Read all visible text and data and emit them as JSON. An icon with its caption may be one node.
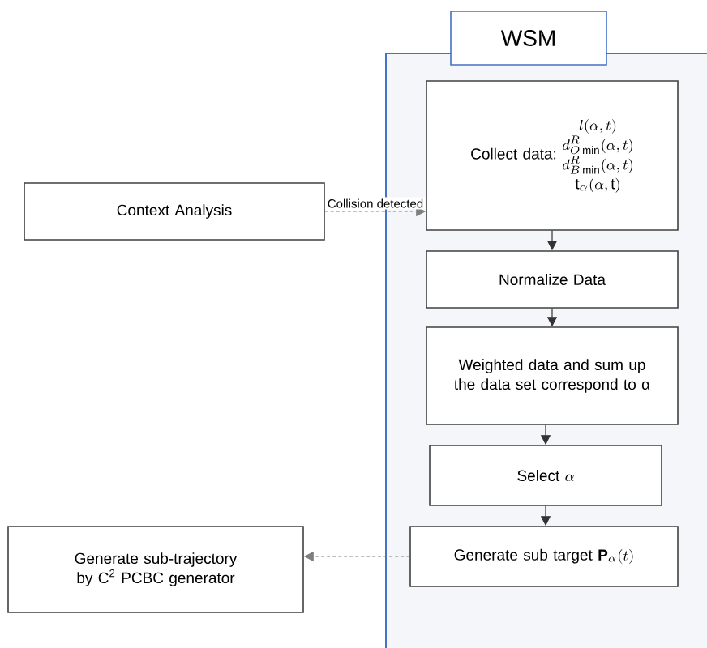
{
  "diagram": {
    "nodes": [
      {
        "text": [
          "WSM"
        ]
      },
      {
        "text": [
          "Context Analysis"
        ]
      },
      {
        "text": [
          "Collect data:",
          "l(\\alpha,t)",
          "d^{R}_{O\\min}(\\alpha,t)",
          "d^{R}_{B\\min}(\\alpha,t)",
          "\\mathrm{t}_{\\alpha}(\\alpha,\\mathrm{t})"
        ],
        "in": 0
      },
      {
        "text": [
          "Normalize Data"
        ],
        "in": 0
      },
      {
        "text": [
          "Weighted data and sum up the data set correspond to α"
        ],
        "in": 0
      },
      {
        "text": [
          "Select",
          "\\alpha"
        ],
        "in": 0
      },
      {
        "text": [
          "Generate sub target",
          "\\mathbf{P}_{\\alpha}(t)"
        ],
        "in": 0
      },
      {
        "text": [
          "Generate sub-trajectory by C$^{2}$ PCBC generator"
        ]
      }
    ],
    "edges": [
      {
        "from": 1,
        "to": 2,
        "arrow": "to",
        "label": "Collision detected",
        "style": "dashed",
        "color": "#7f7f7f"
      },
      {
        "from": 2,
        "to": 3,
        "arrow": "to"
      },
      {
        "from": 3,
        "to": 4,
        "arrow": "to"
      },
      {
        "from": 4,
        "to": 5,
        "arrow": "to"
      },
      {
        "from": 5,
        "to": 6,
        "arrow": "to"
      },
      {
        "from": 6,
        "to": 7,
        "arrow": "to",
        "style": "dashed",
        "color": "#7f7f7f"
      }
    ]
  }
}
